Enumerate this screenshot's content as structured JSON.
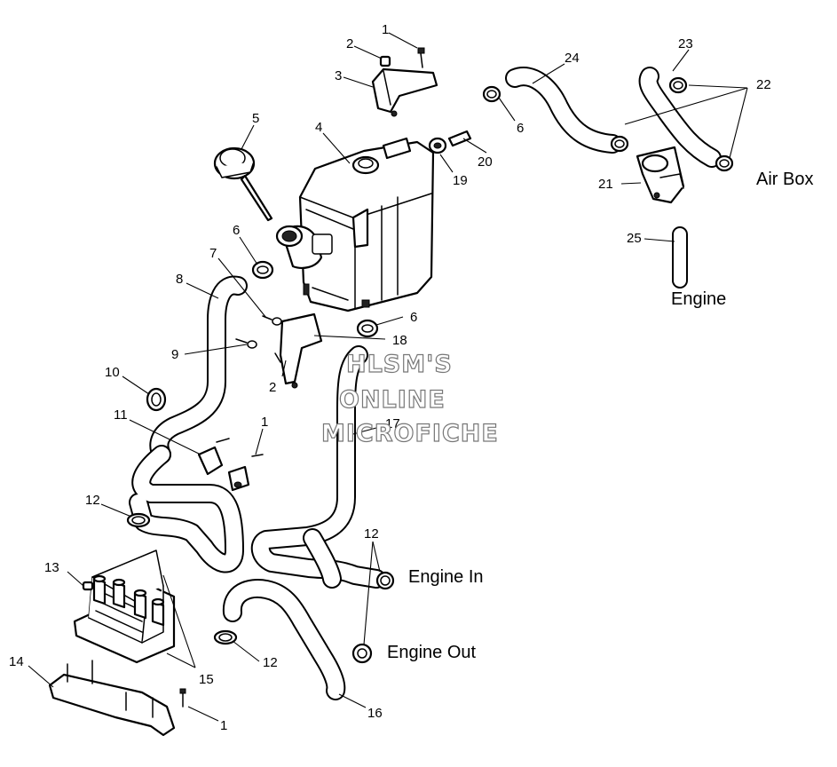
{
  "callouts": {
    "n1a": "1",
    "n2a": "2",
    "n3": "3",
    "n4": "4",
    "n5": "5",
    "n6a": "6",
    "n6b": "6",
    "n6c": "6",
    "n7": "7",
    "n8": "8",
    "n9": "9",
    "n2b": "2",
    "n18": "18",
    "n10": "10",
    "n11": "11",
    "n1b": "1",
    "n17": "17",
    "n12a": "12",
    "n12b": "12",
    "n12c": "12",
    "n13": "13",
    "n14": "14",
    "n15": "15",
    "n1c": "1",
    "n16": "16",
    "n19": "19",
    "n20": "20",
    "n21": "21",
    "n22": "22",
    "n23": "23",
    "n24": "24",
    "n25": "25"
  },
  "labels": {
    "air_box": "Air Box",
    "engine": "Engine",
    "engine_in": "Engine In",
    "engine_out": "Engine Out"
  },
  "watermark": {
    "line1": "HLSM'S",
    "line2": "ONLINE",
    "line3": "MICROFICHE"
  }
}
